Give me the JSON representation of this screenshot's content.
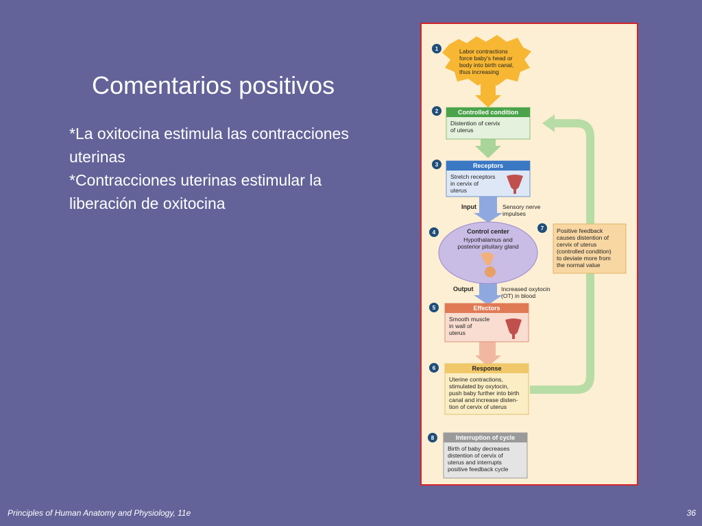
{
  "slide": {
    "title": "Comentarios positivos",
    "bullets": [
      "*La oxitocina estimula las contracciones",
      "uterinas",
      "*Contracciones uterinas estimular la",
      "liberación de oxitocina"
    ],
    "footer_left": "Principles of Human Anatomy and Physiology, 11e",
    "slide_number": "36"
  },
  "diagram": {
    "steps": [
      {
        "num": "1",
        "lines": [
          "Labor contractions",
          "force baby's head or",
          "body into birth canal,",
          "thus increasing"
        ]
      },
      {
        "num": "2",
        "header": "Controlled condition",
        "lines": [
          "Distention of cervix",
          "of uterus"
        ]
      },
      {
        "num": "3",
        "header": "Receptors",
        "lines": [
          "Stretch receptors",
          "in cervix of",
          "uterus"
        ]
      },
      {
        "num": "4",
        "header": "Control center",
        "lines": [
          "Hypothalamus and",
          "posterior pituitary gland"
        ]
      },
      {
        "num": "5",
        "header": "Effectors",
        "lines": [
          "Smooth muscle",
          "in wall of",
          "uterus"
        ]
      },
      {
        "num": "6",
        "header": "Response",
        "lines": [
          "Uterine contractions,",
          "stimulated by oxytocin,",
          "push baby further into birth",
          "canal and increase disten-",
          "tion of cervix of uterus"
        ]
      },
      {
        "num": "7",
        "lines": [
          "Positive feedback",
          "causes distention of",
          "cervix of uterus",
          "(controlled condition)",
          "to deviate more from",
          "the normal value"
        ]
      },
      {
        "num": "8",
        "header": "Interruption of cycle",
        "lines": [
          "Birth of baby decreases",
          "distention of cervix of",
          "uterus and interrupts",
          "positive feedback cycle"
        ]
      }
    ],
    "input_label": "Input",
    "input_note": [
      "Sensory nerve",
      "impulses"
    ],
    "output_label": "Output",
    "output_note": [
      "Increased oxytocin",
      "(OT) in blood"
    ]
  },
  "colors": {
    "background": "#636399",
    "panel_border": "#d2232a",
    "panel_bg": "#fcefd3",
    "burst": "#f7b733",
    "green_header": "#4aa34a",
    "blue_header": "#3a78c4",
    "control_center": "#c9bde6",
    "effectors_header": "#e07a55",
    "response_header": "#f0c86a",
    "interruption_header": "#9a9a9a",
    "feedback_arrow": "#b8dca6"
  }
}
